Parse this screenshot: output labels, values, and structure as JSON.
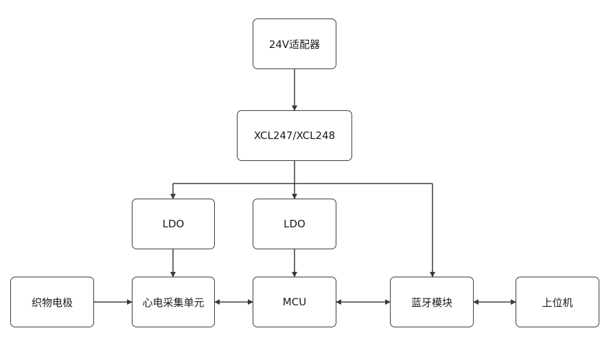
{
  "diagram": {
    "nodes": {
      "adapter": "24V适配器",
      "dcdc": "XCL247/XCL248",
      "ldo_left": "LDO",
      "ldo_mid": "LDO",
      "electrode": "织物电极",
      "ecg_unit": "心电采集单元",
      "mcu": "MCU",
      "bluetooth": "蓝牙模块",
      "host": "上位机"
    },
    "colors": {
      "line": "#3a3a3a",
      "border": "#3a3a3a",
      "background": "#ffffff"
    }
  }
}
